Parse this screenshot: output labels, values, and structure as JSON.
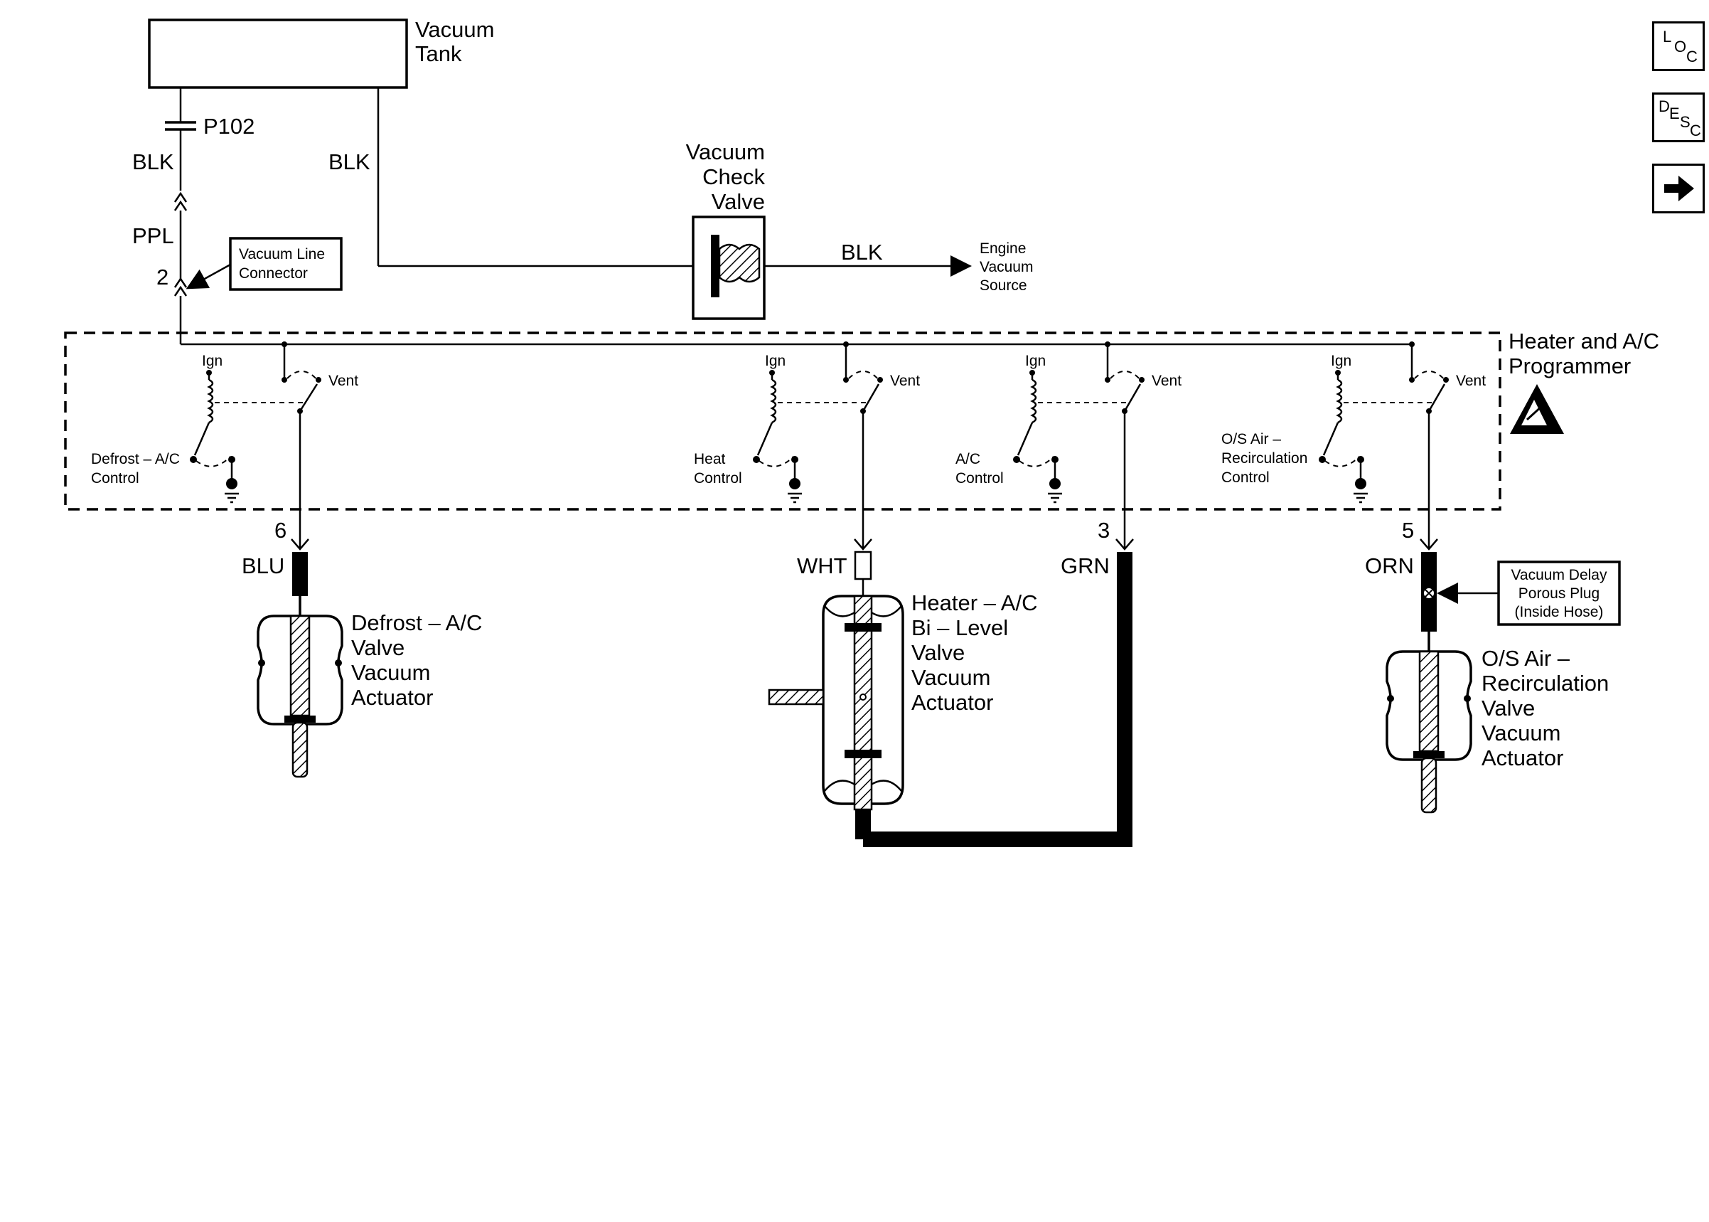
{
  "components": {
    "vacuum_tank": "Vacuum\nTank",
    "vacuum_check_valve": "Vacuum\nCheck\nValve",
    "engine_vacuum_source": "Engine\nVacuum\nSource",
    "vacuum_line_connector": "Vacuum Line\nConnector",
    "programmer": "Heater and A/C\nProgrammer",
    "porous_plug": "Vacuum Delay\nPorous Plug\n(Inside Hose)",
    "defrost_actuator": "Defrost – A/C\nValve\nVacuum\nActuator",
    "bilevel_actuator": "Heater – A/C\nBi – Level\nValve\nVacuum\nActuator",
    "recirc_actuator": "O/S Air –\nRecirculation\nValve\nVacuum\nActuator"
  },
  "connector": {
    "p102": "P102",
    "cavity_2": "2"
  },
  "wires": {
    "blk_tank": "BLK",
    "blk_main": "BLK",
    "blk_engine": "BLK",
    "ppl": "PPL",
    "blu": "BLU",
    "wht": "WHT",
    "grn": "GRN",
    "orn": "ORN"
  },
  "pins": {
    "p6": "6",
    "p3": "3",
    "p5": "5"
  },
  "switches": {
    "ign": "Ign",
    "vent": "Vent",
    "defrost_control": "Defrost – A/C\nControl",
    "heat_control": "Heat\nControl",
    "ac_control": "A/C\nControl",
    "recirc_control": "O/S Air –\nRecirculation\nControl"
  },
  "nav": {
    "loc": {
      "l1": "L",
      "l2": "O",
      "l3": "C"
    },
    "desc": {
      "l1": "D",
      "l2": "E",
      "l3": "S",
      "l4": "C"
    }
  }
}
